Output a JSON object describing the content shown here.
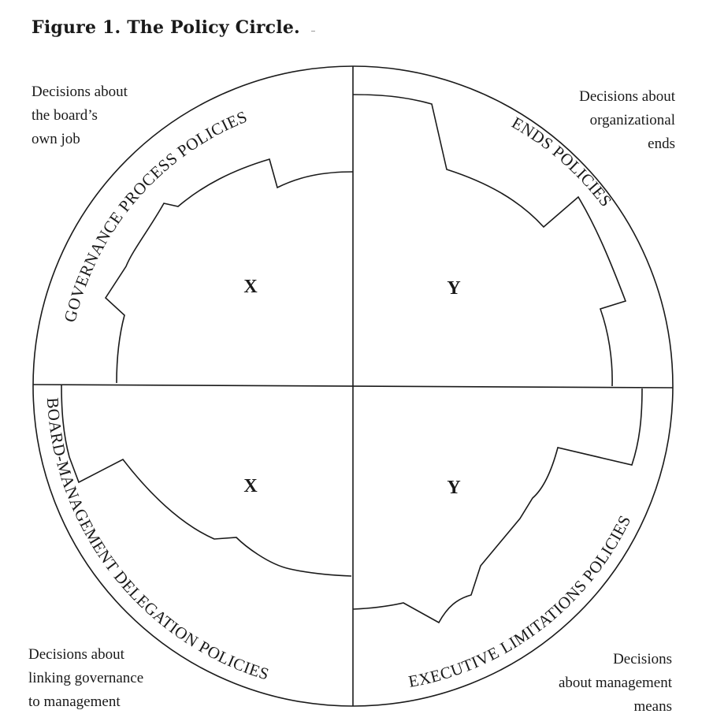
{
  "title": "Figure 1.  The Policy Circle.",
  "notes": {
    "top_left": [
      "Decisions about",
      "the board’s",
      "own job"
    ],
    "top_right": [
      "Decisions about",
      "organizational",
      "ends"
    ],
    "bottom_left": [
      "Decisions about",
      "linking governance",
      "to management"
    ],
    "bottom_right": [
      "Decisions",
      "about management",
      "means"
    ]
  },
  "arc_labels": {
    "top_left": "GOVERNANCE PROCESS POLICIES",
    "top_right": "ENDS POLICIES",
    "bottom_left": "BOARD-MANAGEMENT DELEGATION POLICIES",
    "bottom_right": "EXECUTIVE LIMITATIONS POLICIES"
  },
  "quadrants": {
    "top_left": "X",
    "top_right": "Y",
    "bottom_left": "X",
    "bottom_right": "Y"
  },
  "colors": {
    "ink": "#1a1a1a",
    "background": "#ffffff"
  }
}
